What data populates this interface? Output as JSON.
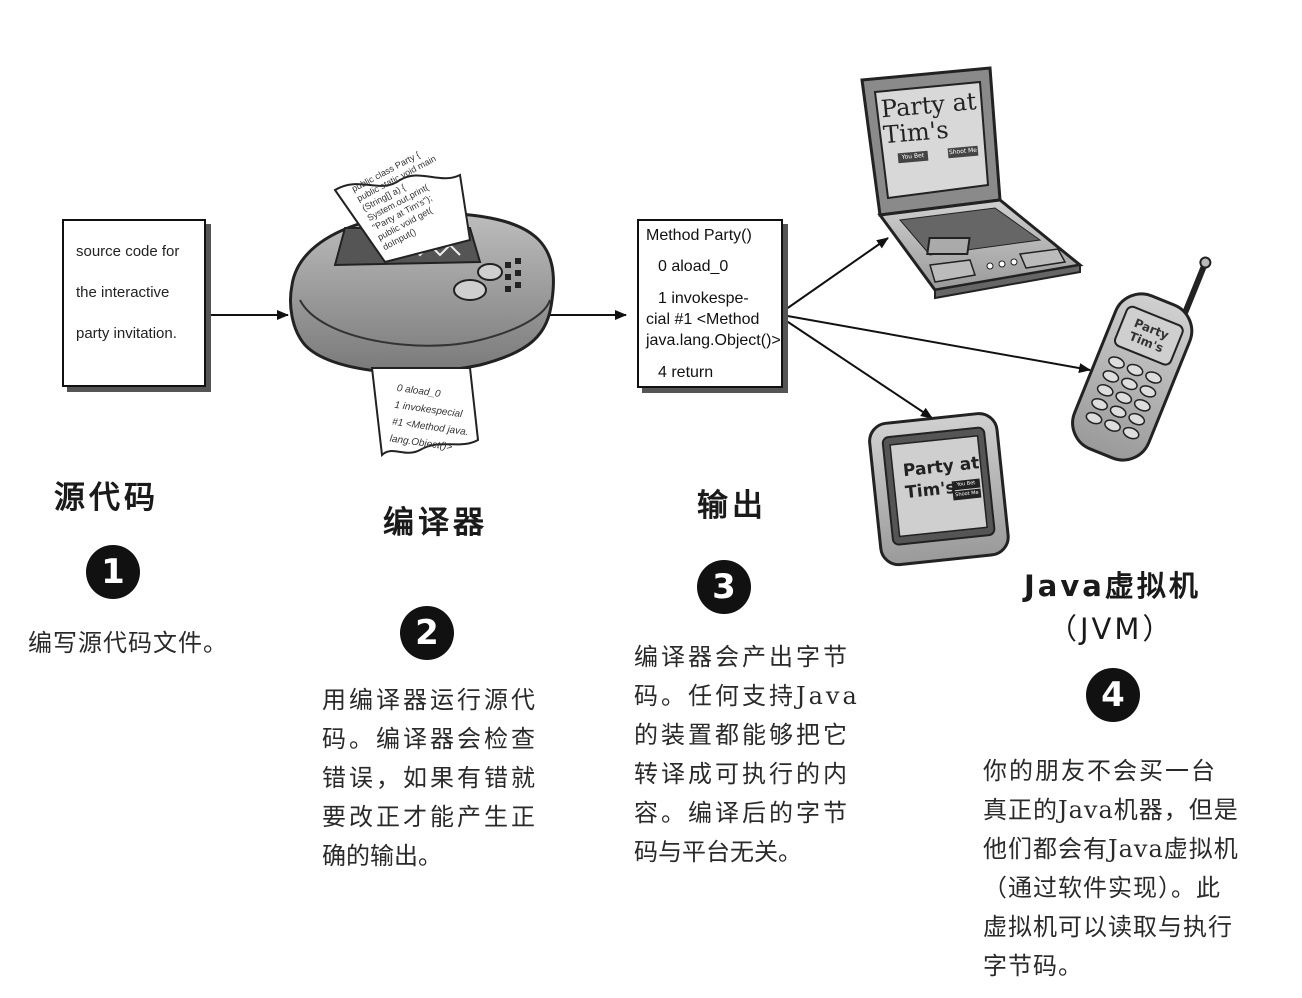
{
  "source_box": {
    "line1": "source code for",
    "line2": "the interactive",
    "line3": "party invitation."
  },
  "compiler_paper_in": [
    "public class Party {",
    "public static void main",
    "(String[] a) {",
    "System.out.print(",
    "\"Party at Tim's\");",
    "public void get(",
    "doInput()"
  ],
  "compiler_paper_out": [
    "0 aload_0",
    "1 invokespecial",
    "#1 <Method java.",
    "lang.Object()>"
  ],
  "output_box": {
    "line1": "Method Party()",
    "line2": "0 aload_0",
    "line3": "1 invokespe-",
    "line4": "cial #1 <Method",
    "line5": "java.lang.Object()>",
    "line6": "4 return"
  },
  "device_screen": {
    "title_line1": "Party at",
    "title_line2": "Tim's",
    "btn1": "You Bet",
    "btn2": "Shoot Me"
  },
  "steps": [
    {
      "label": "源代码",
      "number": "1",
      "desc": [
        "编写源代码文件。"
      ]
    },
    {
      "label": "编译器",
      "number": "2",
      "desc": [
        "用编译器运行源代",
        "码。编译器会检查",
        "错误，如果有错就",
        "要改正才能产生正",
        "确的输出。"
      ]
    },
    {
      "label": "输出",
      "number": "3",
      "desc": [
        "编译器会产出字节",
        "码。任何支持Java",
        "的装置都能够把它",
        "转译成可执行的内",
        "容。编译后的字节",
        "码与平台无关。"
      ]
    },
    {
      "label": "Java虚拟机",
      "label2": "（JVM）",
      "number": "4",
      "desc": [
        "你的朋友不会买一台",
        "真正的Java机器，但是",
        "他们都会有Java虚拟机",
        "（通过软件实现）。此",
        "虚拟机可以读取与执行",
        "字节码。"
      ]
    }
  ]
}
